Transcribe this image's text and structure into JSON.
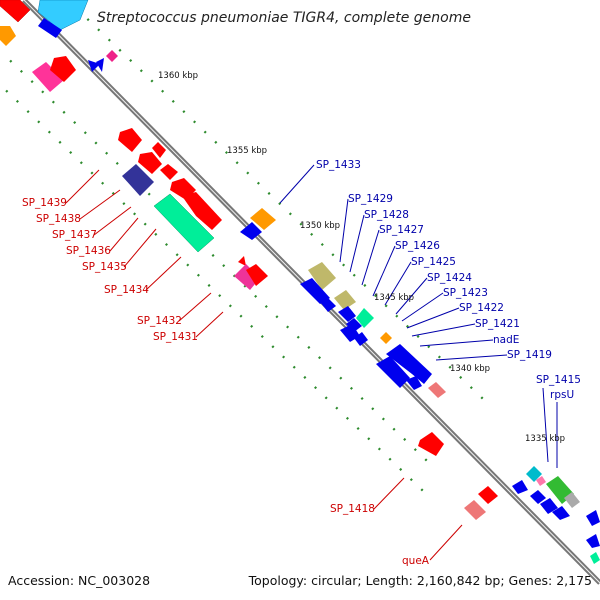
{
  "title": "Streptococcus pneumoniae TIGR4, complete genome",
  "footer": {
    "accession": "Accession: NC_003028",
    "summary": "Topology: circular; Length: 2,160,842 bp; Genes: 2,175"
  },
  "ticks": [
    "1360 kbp",
    "1355 kbp",
    "1350 kbp",
    "1345 kbp",
    "1340 kbp",
    "1335 kbp"
  ],
  "labels_left": [
    "SP_1439",
    "SP_1438",
    "SP_1437",
    "SP_1436",
    "SP_1435",
    "SP_1434",
    "SP_1432",
    "SP_1431",
    "SP_1418",
    "queA"
  ],
  "labels_right": [
    "SP_1433",
    "SP_1429",
    "SP_1428",
    "SP_1427",
    "SP_1426",
    "SP_1425",
    "SP_1424",
    "SP_1423",
    "SP_1422",
    "SP_1421",
    "nadE",
    "SP_1419",
    "SP_1415",
    "rpsU"
  ],
  "colors": {
    "backbone": "#777777",
    "tick": "#2e8b2e",
    "label_left": "#cc0000",
    "label_right": "#0000aa"
  }
}
